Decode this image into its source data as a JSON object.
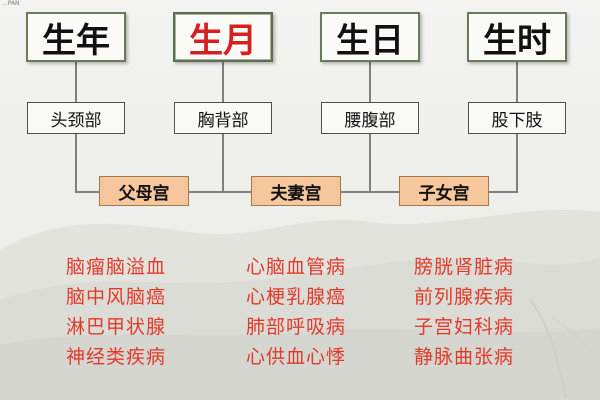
{
  "watermark": "...PAN",
  "top_boxes": [
    "生年",
    "生月",
    "生日",
    "生时"
  ],
  "body_parts": [
    "头颈部",
    "胸背部",
    "腰腹部",
    "股下肢"
  ],
  "palaces": [
    "父母宫",
    "夫妻宫",
    "子女宫"
  ],
  "highlight_color": "#d62020",
  "disease_color": "#e23a2a",
  "disease_columns": [
    [
      "脑瘤脑溢血",
      "脑中风脑癌",
      "淋巴甲状腺",
      "神经类疾病"
    ],
    [
      "心脑血管病",
      "心梗乳腺癌",
      "肺部呼吸病",
      "心供血心悸"
    ],
    [
      "膀胱肾脏病",
      "前列腺疾病",
      "子宫妇科病",
      "静脉曲张病"
    ]
  ]
}
